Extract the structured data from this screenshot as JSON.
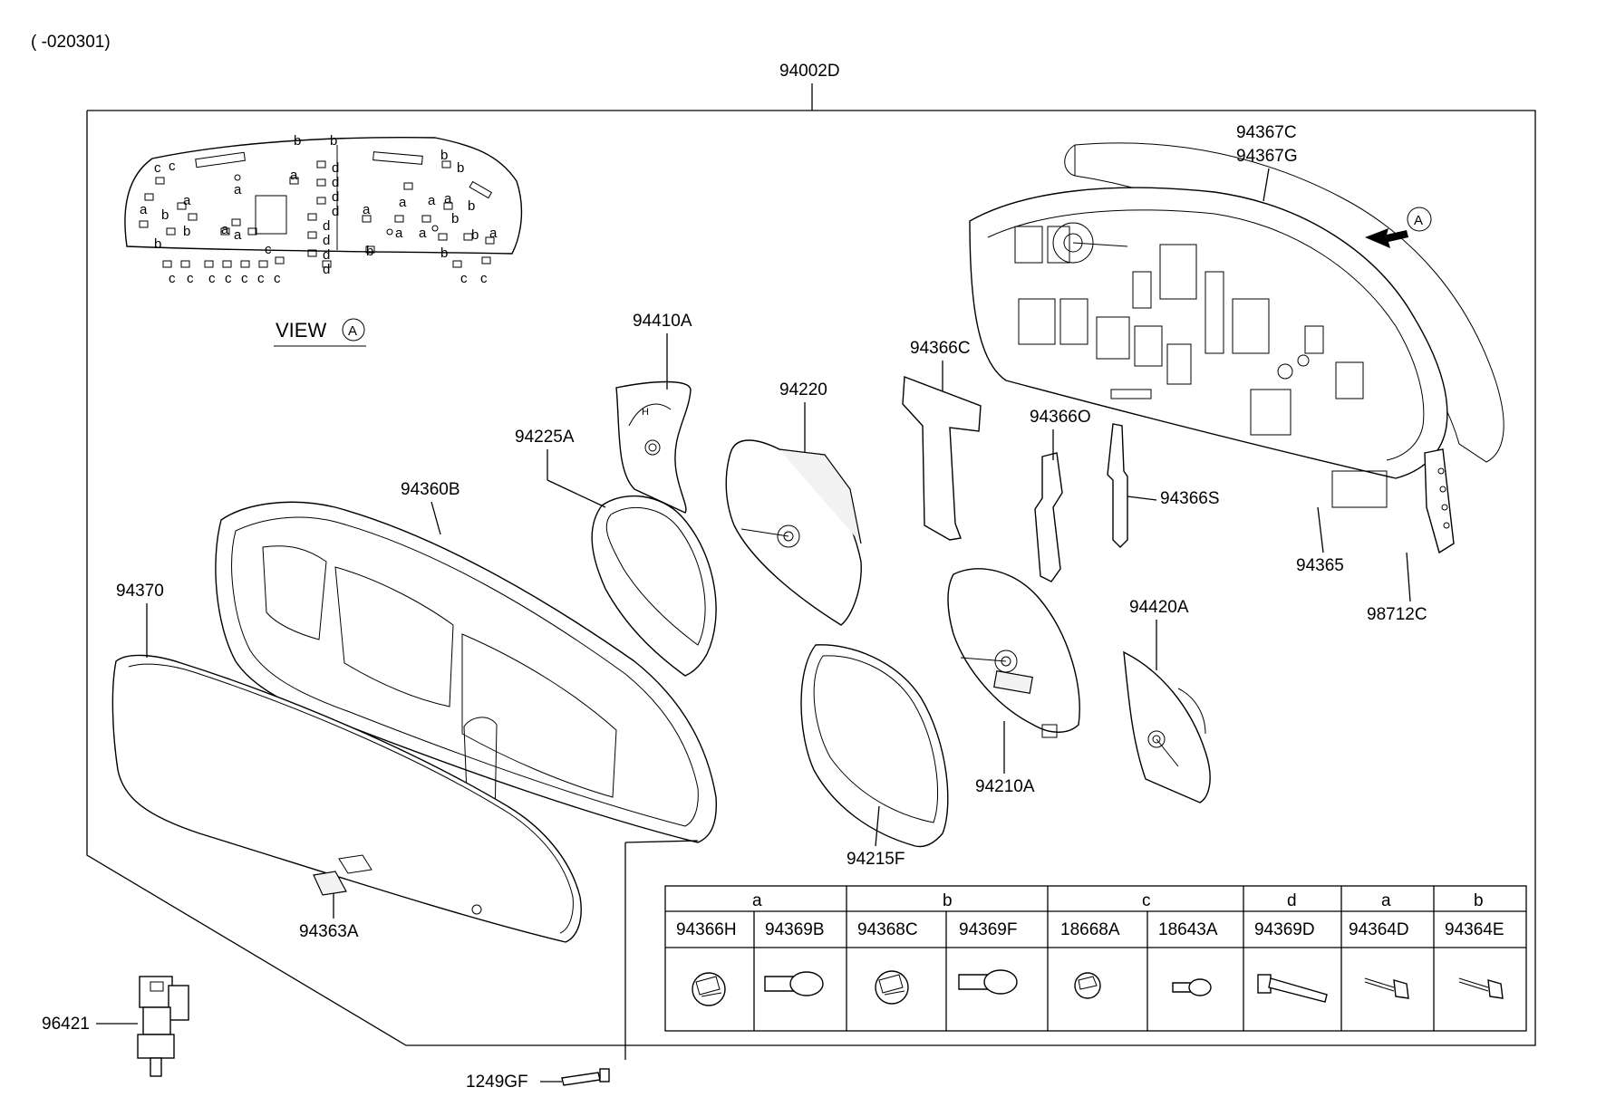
{
  "header": {
    "code": "( -020301)"
  },
  "labels": {
    "assembly": "94002D",
    "p94367C": "94367C",
    "p94367G": "94367G",
    "view_a": "VIEW",
    "circle_a": "A",
    "p94410A": "94410A",
    "p94220": "94220",
    "p94366C": "94366C",
    "p94366O": "94366O",
    "p94366S": "94366S",
    "p94365": "94365",
    "p98712C": "98712C",
    "p94225A": "94225A",
    "p94360B": "94360B",
    "p94370": "94370",
    "p94420A": "94420A",
    "p94210A": "94210A",
    "p94215F": "94215F",
    "p94363A": "94363A",
    "p96421": "96421",
    "p1249GF": "1249GF"
  },
  "view_letters": {
    "a": "a",
    "b": "b",
    "c": "c",
    "d": "d"
  },
  "table": {
    "groups": [
      "a",
      "b",
      "c",
      "d",
      "a",
      "b"
    ],
    "parts": [
      "94366H",
      "94369B",
      "94368C",
      "94369F",
      "18668A",
      "18643A",
      "94369D",
      "94364D",
      "94364E"
    ]
  },
  "icons": [
    "bulb-socket-icon",
    "wedge-bulb-icon",
    "bolt-icon",
    "screw-icon",
    "sensor-icon"
  ]
}
